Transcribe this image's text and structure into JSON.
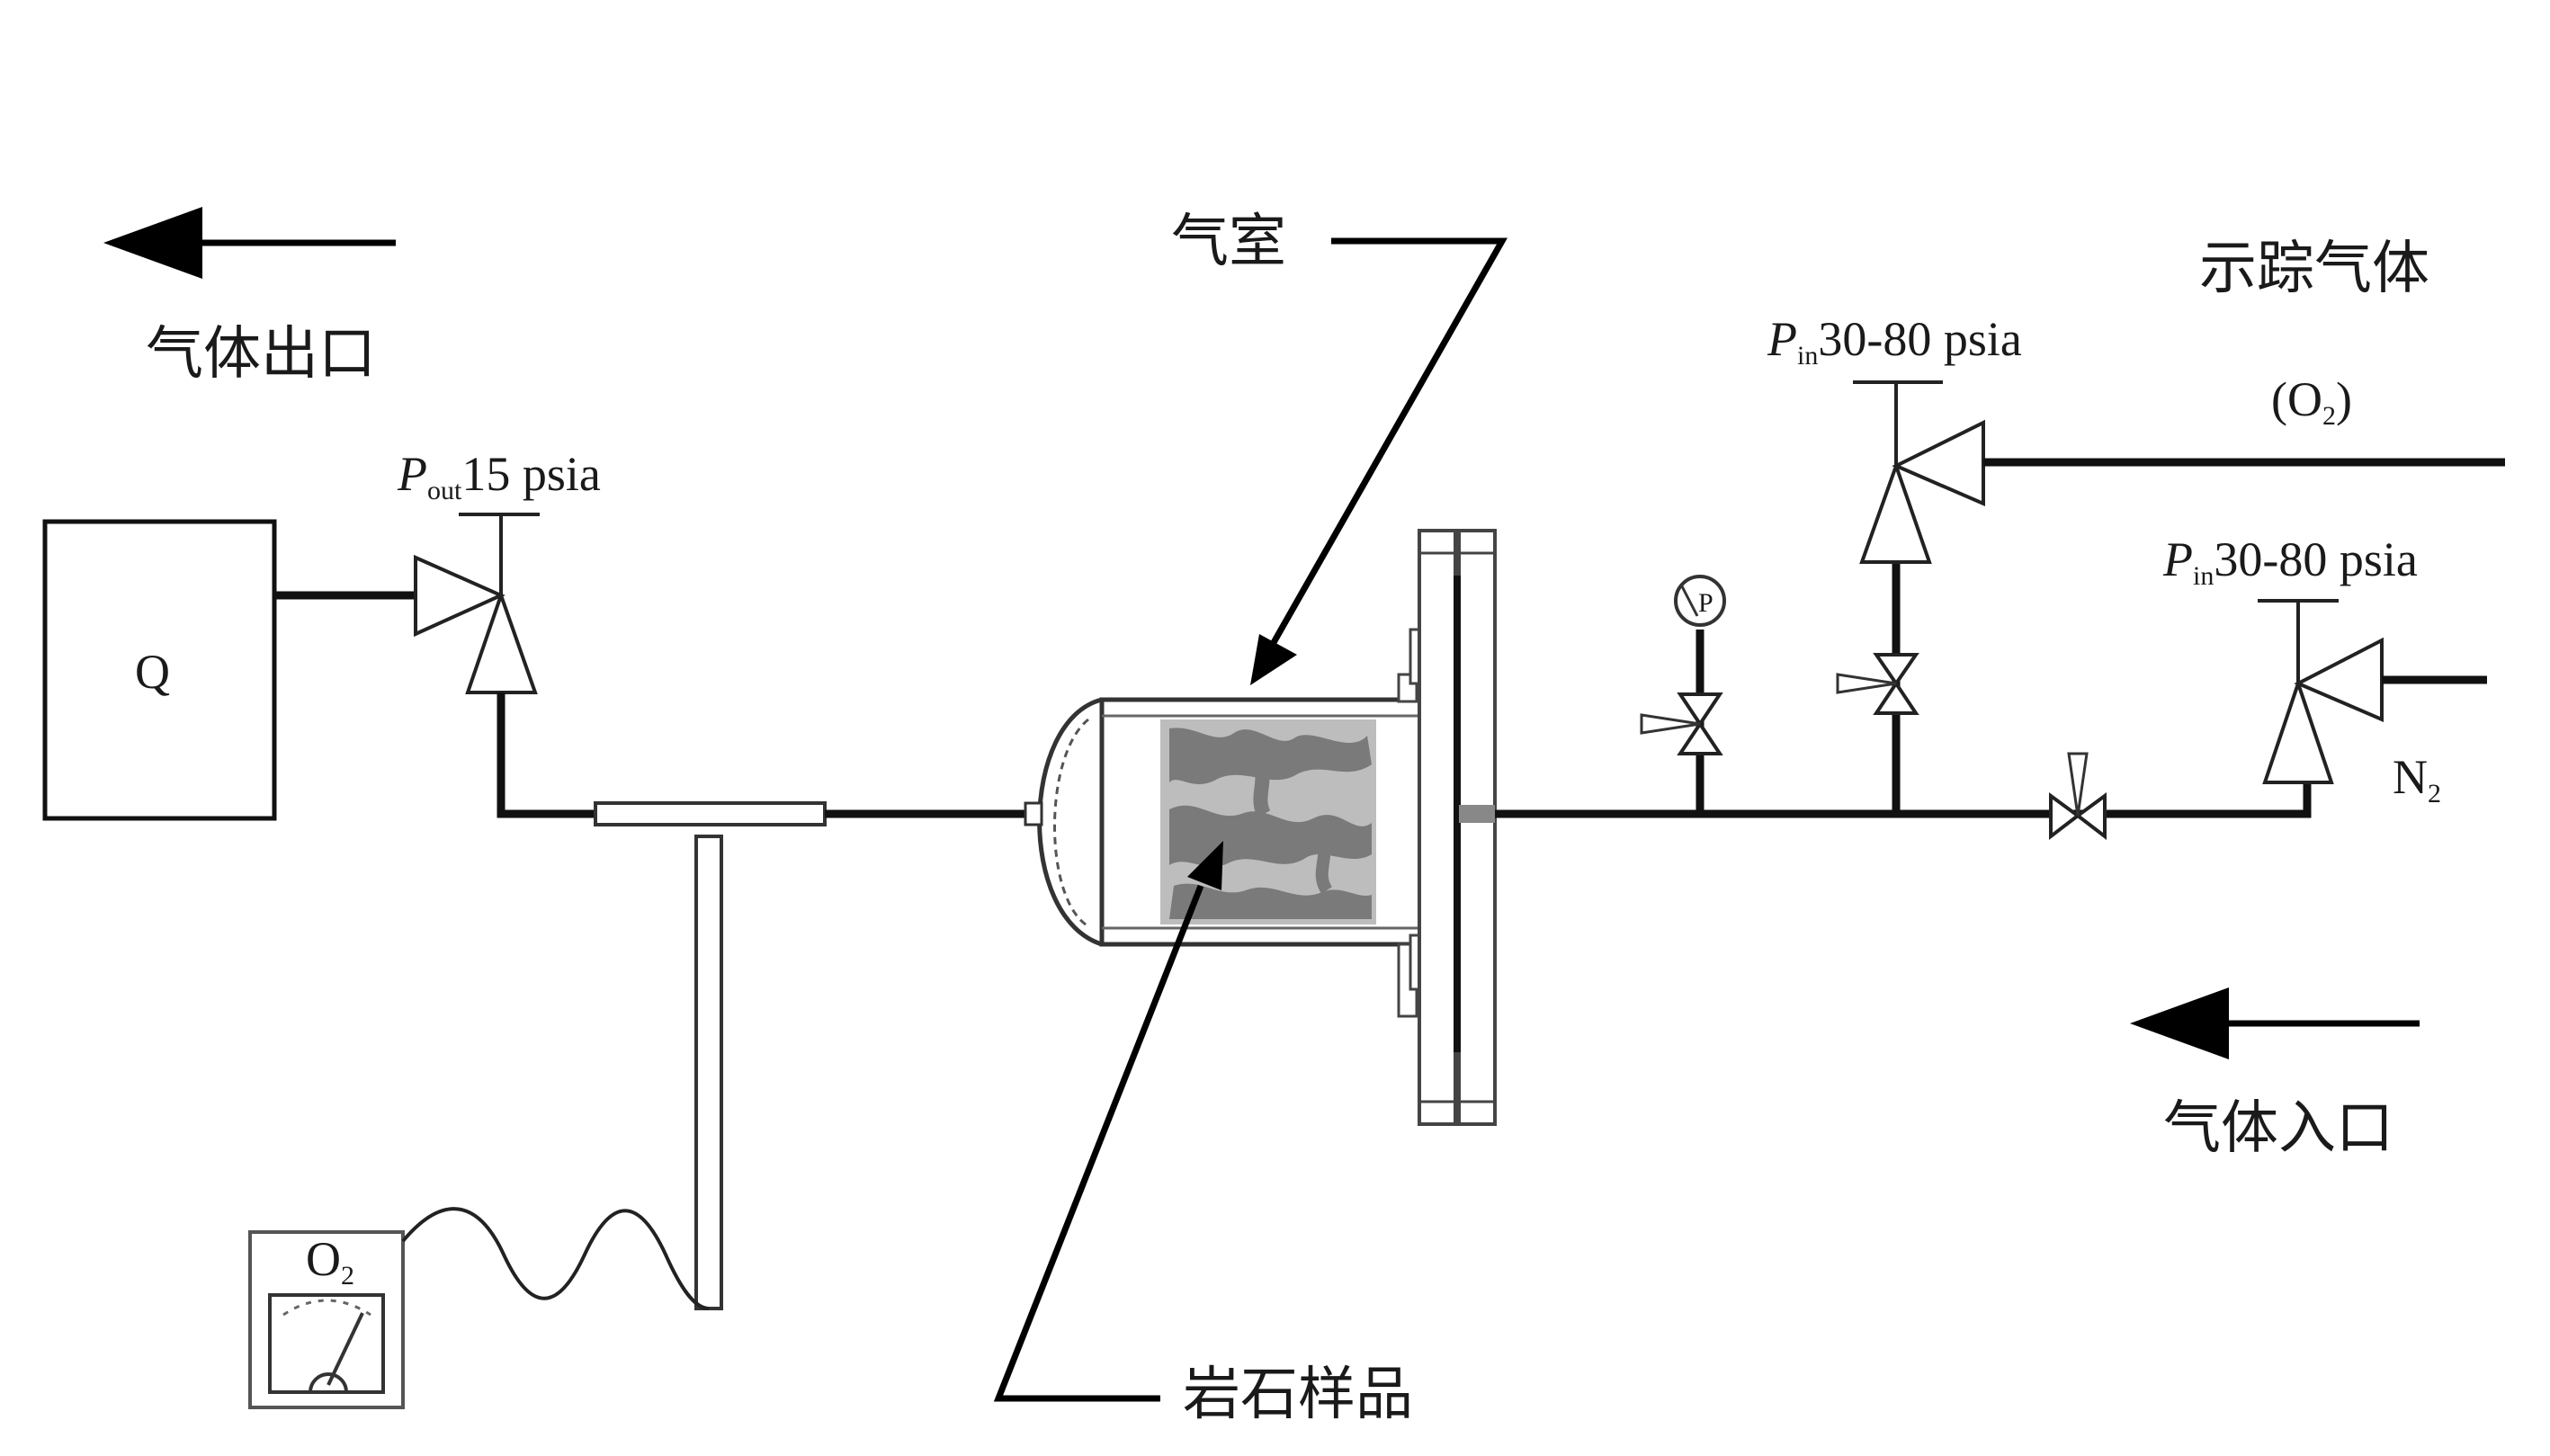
{
  "labels": {
    "gas_outlet": "气体出口",
    "gas_chamber": "气室",
    "tracer_gas": "示踪气体",
    "tracer_formula_open": "(O",
    "tracer_formula_sub": "2",
    "tracer_formula_close": ")",
    "gas_inlet": "气体入口",
    "rock_sample": "岩石样品",
    "flow_meter": "Q",
    "n2_main": "N",
    "n2_sub": "2",
    "o2_main": "O",
    "o2_sub": "2"
  },
  "pressures": {
    "outlet": {
      "symbol": "P",
      "subscript": "out",
      "value": "15 psia"
    },
    "tracer_inlet": {
      "symbol": "P",
      "subscript": "in",
      "value": "30-80 psia"
    },
    "n2_inlet": {
      "symbol": "P",
      "subscript": "in",
      "value": "30-80 psia"
    }
  },
  "gauge": {
    "symbol": "P"
  },
  "colors": {
    "line": "#111111",
    "rock_light": "#bdbdbd",
    "rock_dark": "#7a7a7a"
  }
}
